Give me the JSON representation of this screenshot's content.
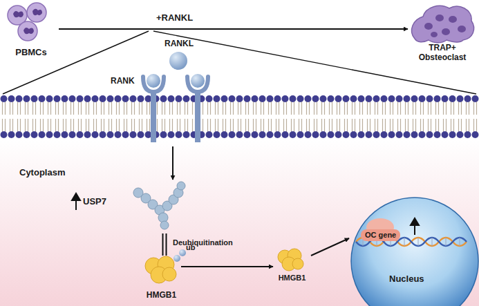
{
  "diagram": {
    "nodes": [
      {
        "text": [
          "PBMCs"
        ]
      },
      {
        "text": [
          "TRAP+ Obsteoclast"
        ]
      },
      {
        "text": [
          "RANKL"
        ]
      },
      {
        "text": [
          "RANK"
        ]
      },
      {
        "text": [
          "USP7"
        ]
      },
      {
        "text": [
          "HMGB1"
        ]
      },
      {
        "text": [
          "HMGB1"
        ]
      },
      {
        "text": [
          "Nucleus"
        ]
      },
      {
        "text": [
          "OC gene"
        ],
        "in": 7
      }
    ],
    "edges": [
      {
        "from": 0,
        "to": 1,
        "arrow": "to",
        "label": "+RANKL"
      },
      {
        "from": 3,
        "to": 4,
        "arrow": "to"
      },
      {
        "from": 4,
        "to": 5,
        "arrow": "none",
        "label": "Deubiquitination"
      },
      {
        "from": 5,
        "to": 6,
        "arrow": "to"
      },
      {
        "from": 6,
        "to": 7,
        "arrow": "to"
      }
    ],
    "labels": [
      "Cytoplasm",
      "ub"
    ]
  }
}
